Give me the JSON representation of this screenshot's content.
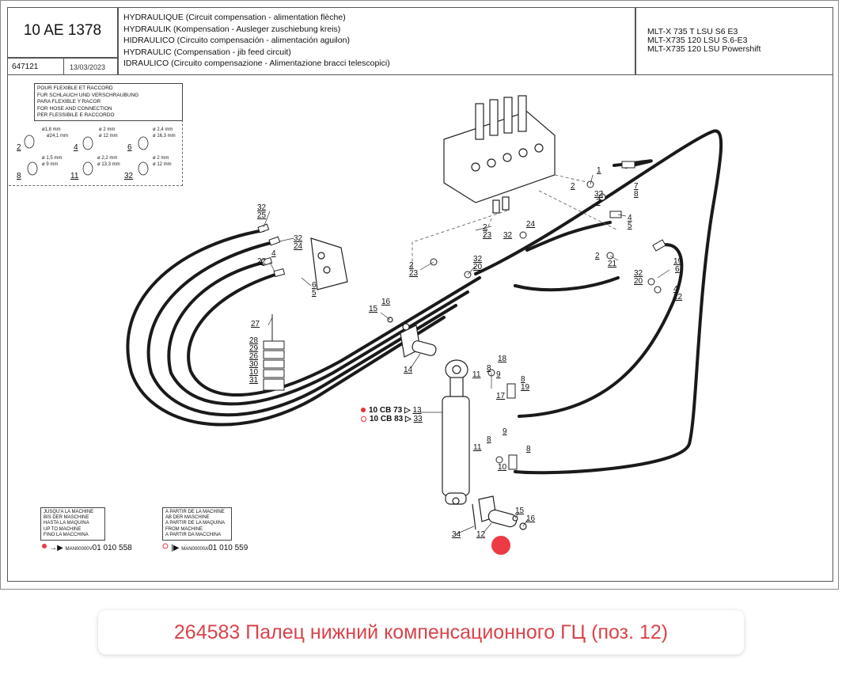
{
  "title_block": {
    "ref_number": "10 AE 1378",
    "doc_code": "647121",
    "date": "13/03/2023",
    "description_lines": [
      "HYDRAULIQUE (Circuit compensation - alimentation flèche)",
      "HYDRAULIK (Kompensation - Ausleger zuschiebung kreis)",
      "HIDRAULICO (Circuito compensación - alimentación aguilon)",
      "HYDRAULIC (Compensation - jib feed circuit)",
      "IDRAULICO (Circuito compensazione - Alimentazione bracci telescopici)"
    ],
    "model_lines": [
      "MLT-X 735 T LSU S6 E3",
      "MLT-X735 120 LSU S.6-E3",
      "MLT-X735 120 LSU Powershift"
    ]
  },
  "legend": {
    "header_lines": [
      "POUR FLEXIBLE ET RACCORD",
      "FUR SCHLAUCH UND VERSCHRAUBUNG",
      "PARA FLEXIBLE Y RACOR",
      "FOR HOSE AND CONNECTION",
      "PER FLESSIBILE E RACCORDO"
    ],
    "fittings": [
      {
        "num": "2",
        "d1": "ø1,8 mm",
        "d2": "ø24,1 mm"
      },
      {
        "num": "4",
        "d1": "ø 2 mm",
        "d2": "ø 12 mm"
      },
      {
        "num": "6",
        "d1": "ø 2,4 mm",
        "d2": "ø 16,3 mm"
      },
      {
        "num": "8",
        "d1": "ø 1,5 mm",
        "d2": "ø 9 mm"
      },
      {
        "num": "11",
        "d1": "ø 2,2 mm",
        "d2": "ø 13,3 mm"
      },
      {
        "num": "32",
        "d1": "ø 2 mm",
        "d2": "ø 12 mm"
      }
    ]
  },
  "notes": {
    "until_lines": [
      "JUSQU'A LA MACHINE",
      "BIS DER MASCHINE",
      "HASTA LA MAQUINA",
      "UP TO MACHINE",
      "FINO LA MACCHINA"
    ],
    "from_lines": [
      "A PARTIR DE LA MACHINE",
      "AB DER MASCHINE",
      "A PARTIR DE LA MAQUINA",
      "FROM MACHINE",
      "A PARTIR DA MACCHINA"
    ],
    "until_serial_prefix": "MAN00000V",
    "until_serial": "01 010 558",
    "from_serial_prefix": "MAN00000A",
    "from_serial": "01 010 559"
  },
  "cylinder_refs": [
    {
      "ref": "10 CB 73",
      "callout": "13"
    },
    {
      "ref": "10 CB 83",
      "callout": "33"
    }
  ],
  "callouts": {
    "c1": "1",
    "c2a": "2",
    "c32a": "32",
    "c3": "3",
    "c7": "7",
    "c8a": "8",
    "c4a": "4",
    "c5a": "5",
    "c23": "23",
    "c32b": "32",
    "c24a": "24",
    "c2b": "2",
    "c21": "21",
    "c19": "19",
    "c6a": "6",
    "c32c": "32",
    "c20a": "20",
    "c4b": "4",
    "c22a": "22",
    "c32d": "32",
    "c25": "25",
    "c32e": "32",
    "c24b": "24",
    "c22b": "22",
    "c4c": "4",
    "c6b": "6",
    "c5b": "5",
    "c2c": "2",
    "c32f": "32",
    "c20b": "20",
    "c15a": "15",
    "c16a": "16",
    "c27": "27",
    "c28": "28",
    "c29": "29",
    "c26": "26",
    "c30": "30",
    "c10a": "10",
    "c31": "31",
    "c14": "14",
    "c18": "18",
    "c8b": "8",
    "c11a": "11",
    "c9a": "9",
    "c17": "17",
    "c19b": "19",
    "c8c": "8",
    "c9b": "9",
    "c11b": "11",
    "c8d": "8",
    "c10b": "10",
    "c15b": "15",
    "c16b": "16",
    "c34": "34",
    "c12": "12"
  },
  "caption": "264583 Палец нижний компенсационного ГЦ (поз. 12)",
  "colors": {
    "highlight": "#ec3b44",
    "caption_text": "#d9434a"
  }
}
